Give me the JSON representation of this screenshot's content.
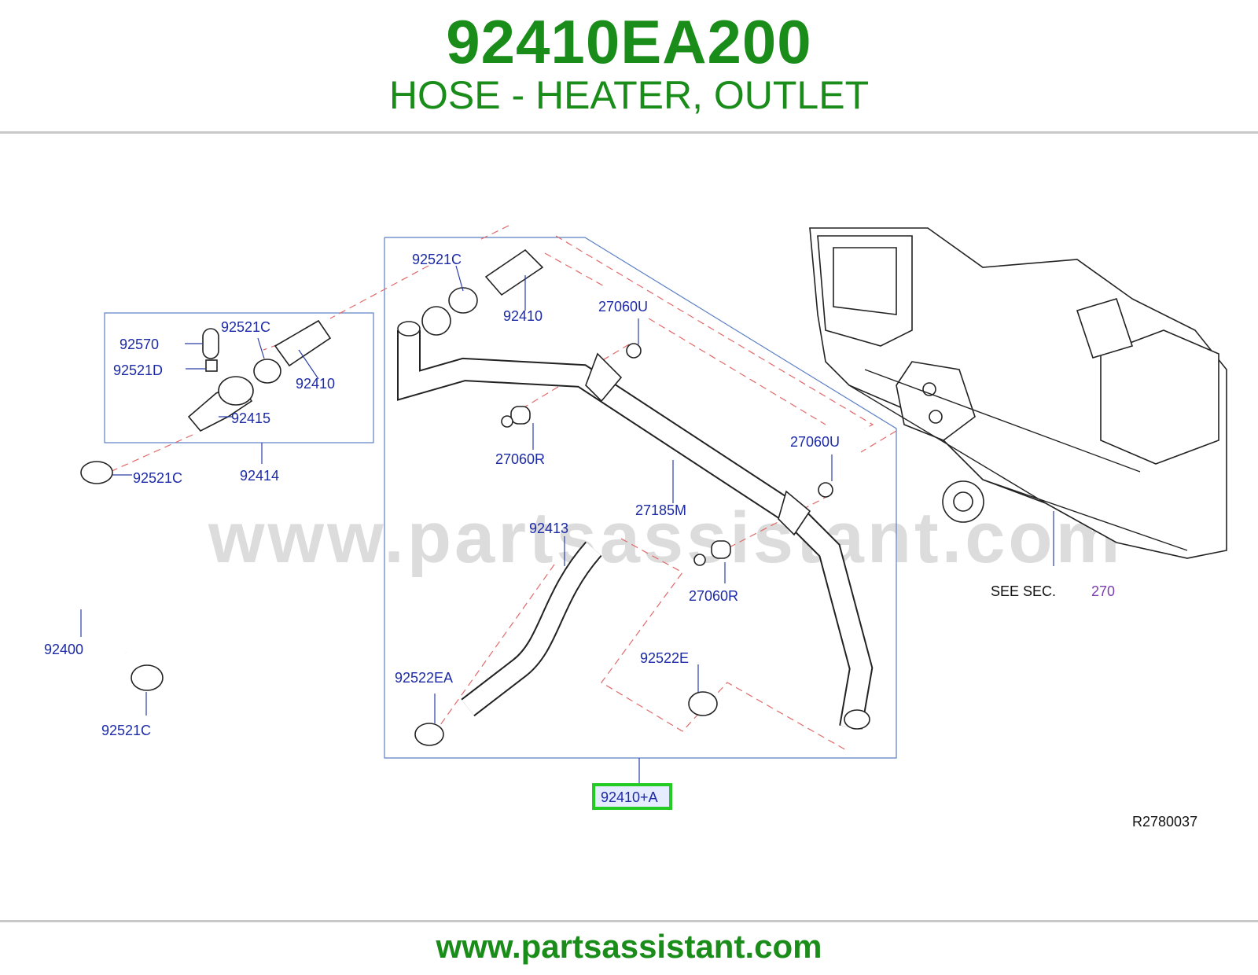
{
  "header": {
    "part_number": "92410EA200",
    "part_title": "HOSE - HEATER, OUTLET"
  },
  "watermark": "www.partsassistant.com",
  "footer": {
    "url": "www.partsassistant.com"
  },
  "colors": {
    "brand_green": "#1a8c1a",
    "label_blue": "#1c2aa8",
    "highlight_green": "#22cc22",
    "dash_red": "#e06a6a",
    "frame_blue": "#5a7fc4"
  },
  "diagram": {
    "callouts": {
      "c_92521C_top": "92521C",
      "c_92410_top": "92410",
      "c_27060U_top": "27060U",
      "c_27060R_top": "27060R",
      "c_92570": "92570",
      "c_92521C_box": "92521C",
      "c_92521D": "92521D",
      "c_92410_box": "92410",
      "c_92415": "92415",
      "c_92414": "92414",
      "c_92521C_left": "92521C",
      "c_27185M": "27185M",
      "c_27060U_right": "27060U",
      "c_92413": "92413",
      "c_27060R_right": "27060R",
      "c_92400": "92400",
      "c_92522E": "92522E",
      "c_92522EA": "92522EA",
      "c_92521C_bottom": "92521C",
      "c_highlight": "92410+A",
      "c_ref": "R2780037"
    },
    "see_section": {
      "prefix": "SEE   SEC.",
      "number": "270"
    }
  }
}
